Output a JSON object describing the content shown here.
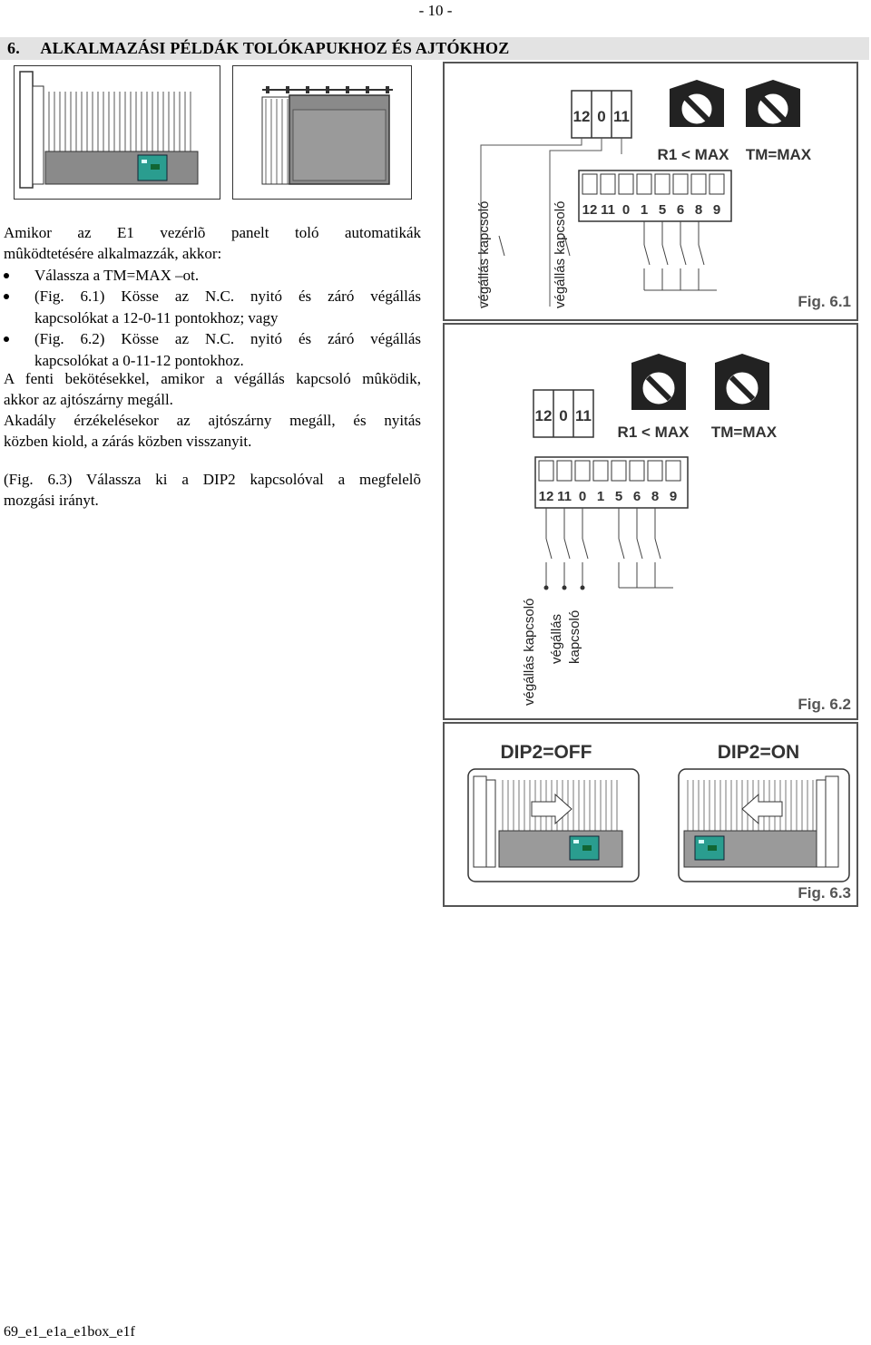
{
  "page_number": "- 10 -",
  "heading": {
    "number": "6.",
    "title": "ALKALMAZÁSI PÉLDÁK TOLÓKAPUKHOZ ÉS AJTÓKHOZ"
  },
  "body": {
    "intro_line1": "Amikor az E1 vezérlõ panelt toló automatikák",
    "intro_line2": "mûködtetésére alkalmazzák, akkor:",
    "bullet1": "Válassza a TM=MAX –ot.",
    "bullet2_line1": "(Fig. 6.1) Kösse az N.C. nyitó és záró végállás",
    "bullet2_line2": "kapcsolókat a 12-0-11 pontokhoz; vagy",
    "bullet3_line1": "(Fig. 6.2) Kösse az N.C. nyitó és záró végállás",
    "bullet3_line2": "kapcsolókat a 0-11-12 pontokhoz.",
    "para2_line1": "A fenti bekötésekkel, amikor a végállás kapcsoló mûködik,",
    "para2_line2": "akkor az ajtószárny megáll.",
    "para3_line1": "Akadály érzékelésekor az ajtószárny megáll, és nyitás",
    "para3_line2": "közben kiold, a zárás közben visszanyit.",
    "para4_line1": "(Fig. 6.3) Válassza ki a DIP2 kapcsolóval a megfelelõ",
    "para4_line2": "mozgási irányt."
  },
  "fig61": {
    "label": "Fig. 6.1",
    "terminal_top": [
      "12",
      "0",
      "11"
    ],
    "terminal_strip": [
      "12",
      "11",
      "0",
      "1",
      "5",
      "6",
      "8",
      "9"
    ],
    "trim_labels": [
      "R1 < MAX",
      "TM=MAX"
    ],
    "switch_label_1": "végállás kapcsoló",
    "switch_label_2": "végállás kapcsoló"
  },
  "fig62": {
    "label": "Fig. 6.2",
    "terminal_top": [
      "12",
      "0",
      "11"
    ],
    "terminal_strip": [
      "12",
      "11",
      "0",
      "1",
      "5",
      "6",
      "8",
      "9"
    ],
    "trim_labels": [
      "R1 < MAX",
      "TM=MAX"
    ],
    "switch_label_1": "végállás kapcsoló",
    "switch_label_2a": "végállás",
    "switch_label_2b": "kapcsoló"
  },
  "fig63": {
    "label": "Fig. 6.3",
    "left_title": "DIP2=OFF",
    "right_title": "DIP2=ON"
  },
  "footer_code": "69_e1_e1a_e1box_e1f",
  "colors": {
    "heading_bg": "#e3e3e3",
    "board_teal": "#2a9d8f",
    "figure_border": "#555555",
    "label_gray": "#555555"
  }
}
